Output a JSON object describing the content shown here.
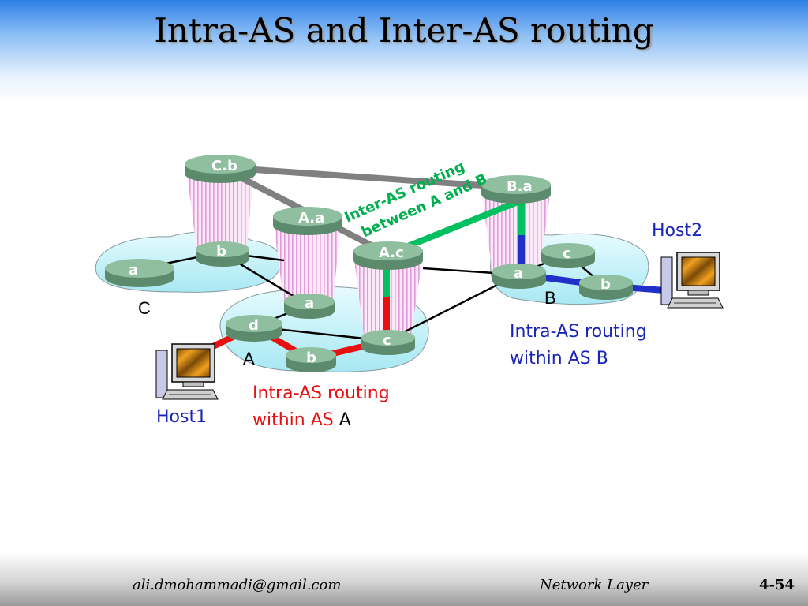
{
  "slide": {
    "title": "Intra-AS and Inter-AS routing"
  },
  "routers": {
    "cb": "C.b",
    "ca": "a",
    "cbl": "b",
    "aa": "A.a",
    "ac": "A.c",
    "a_a": "a",
    "a_d": "d",
    "a_b": "b",
    "a_c": "c",
    "ba": "B.a",
    "b_a": "a",
    "b_c": "c",
    "b_b": "b"
  },
  "as_labels": {
    "c": "C",
    "a": "A",
    "b": "B"
  },
  "hosts": {
    "host1": "Host1",
    "host2": "Host2"
  },
  "annotations": {
    "inter_line1": "Inter-AS routing",
    "inter_line2": "between A and B",
    "intra_a_line1": "Intra-AS routing",
    "intra_a_line2": "within AS ",
    "intra_a_as": "A",
    "intra_b_line1": "Intra-AS routing",
    "intra_b_line2": "within AS B"
  },
  "footer": {
    "email": "ali.dmohammadi@gmail.com",
    "topic": "Network Layer",
    "page": "4-54"
  },
  "colors": {
    "inter_as": "#00c060",
    "intra_a": "#e81010",
    "intra_b": "#2030c8",
    "host_label": "#1a24b8",
    "router": "#7aa58a"
  }
}
